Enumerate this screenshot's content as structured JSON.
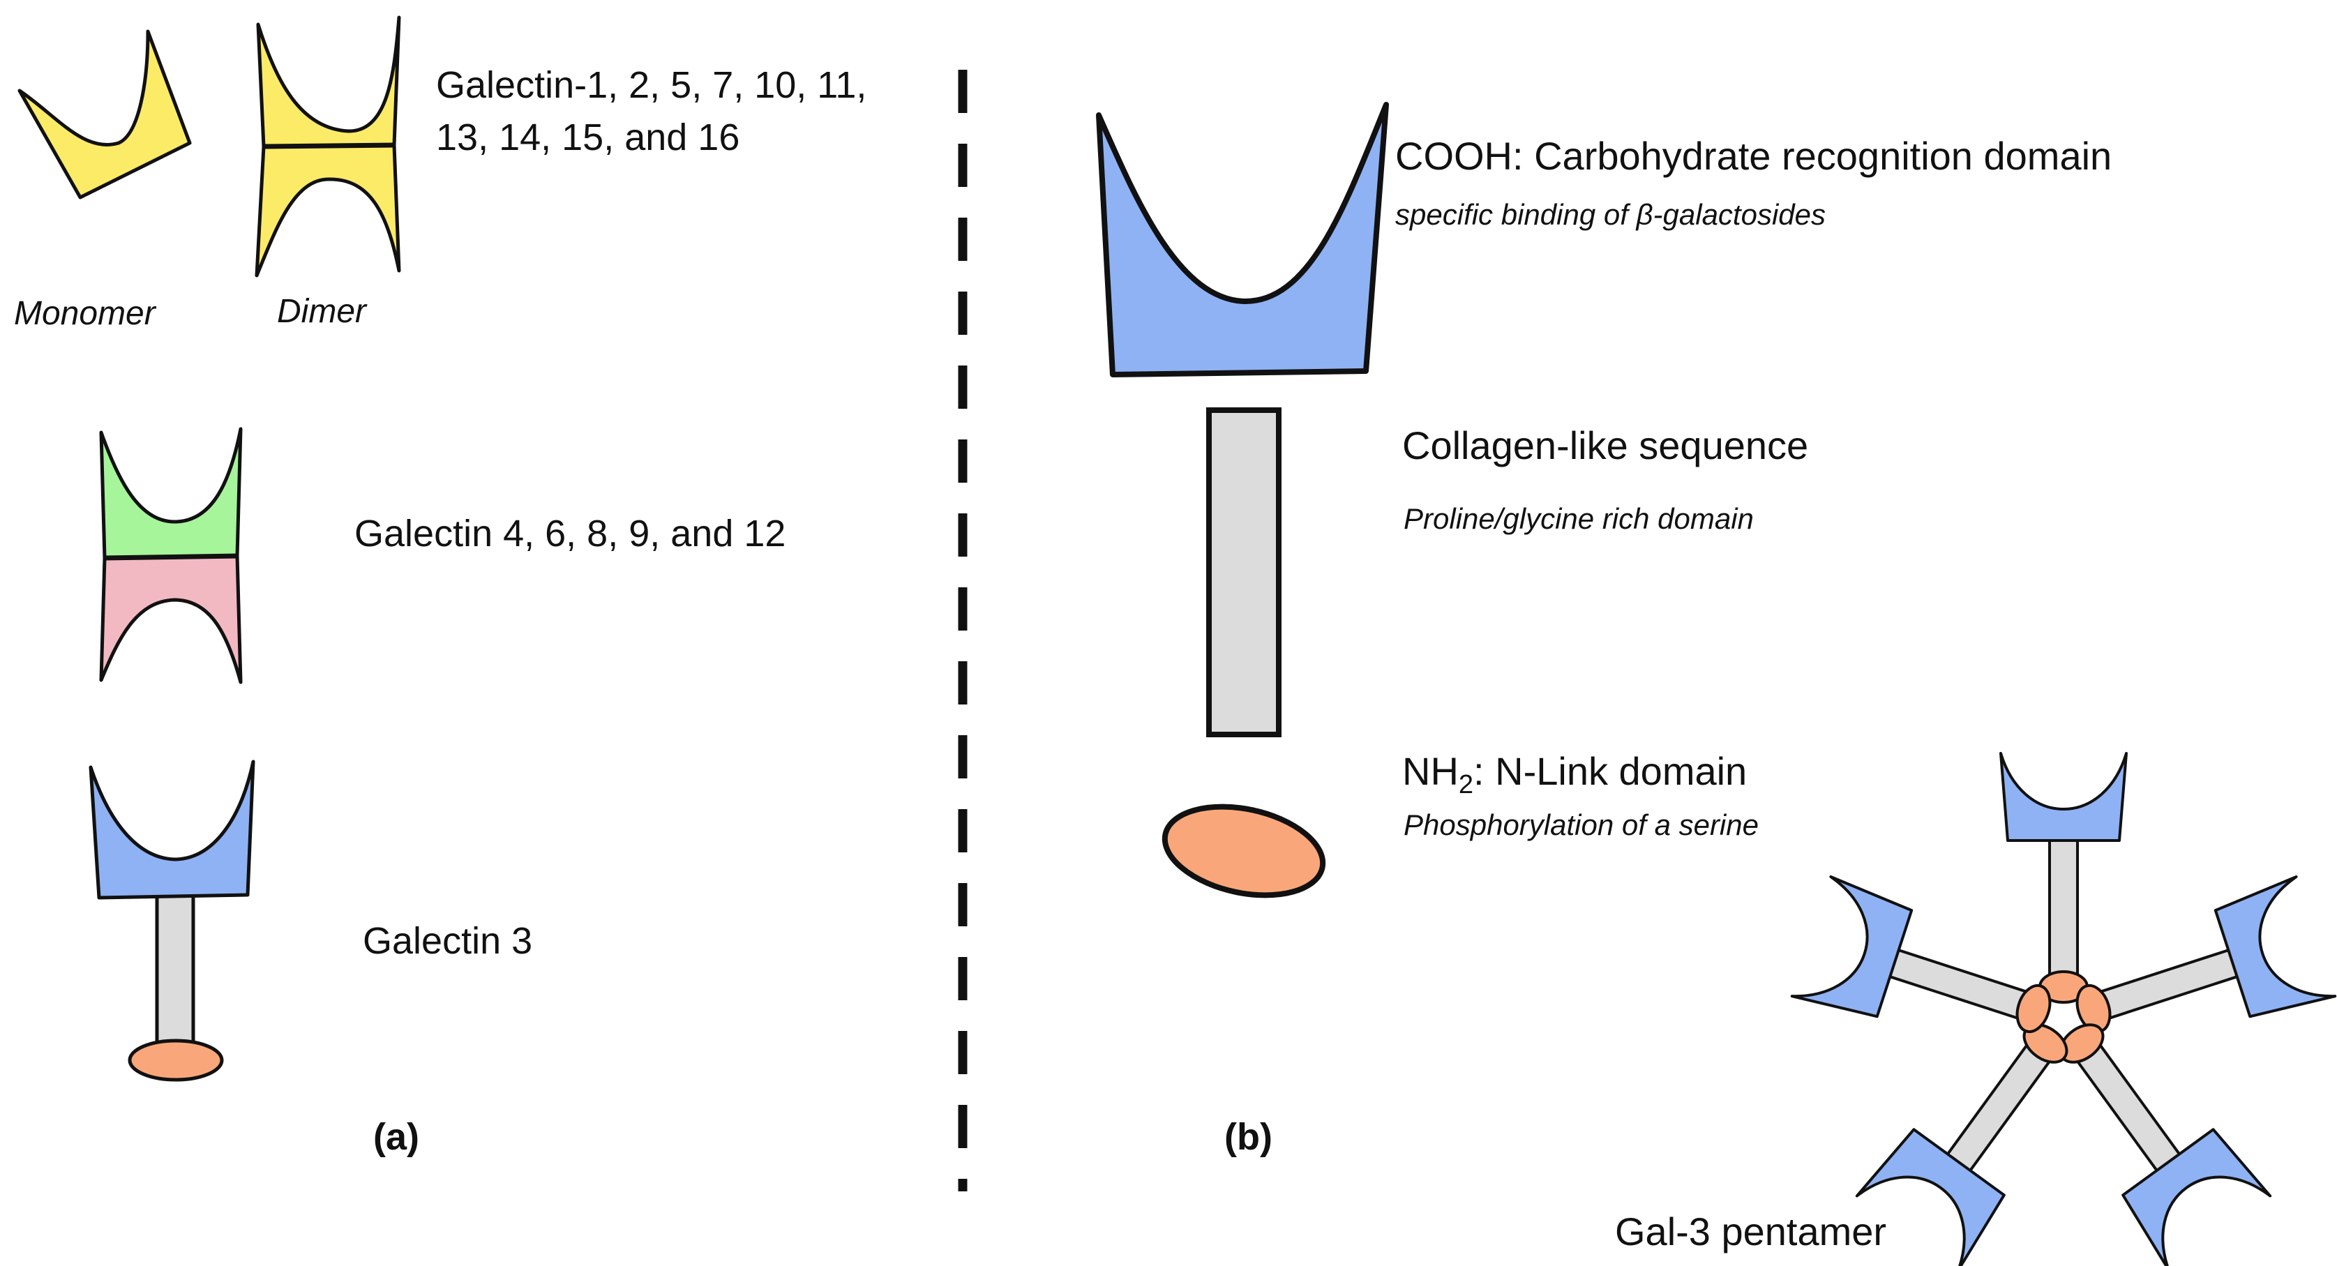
{
  "colors": {
    "yellow": "#fbeb67",
    "green": "#a6f59a",
    "pink": "#f2b9c3",
    "blue": "#8fb2f5",
    "gray": "#dcdcdc",
    "orange": "#f9a77a",
    "stroke": "#111111"
  },
  "panel_a": {
    "group1_text_line1": "Galectin-1, 2, 5, 7, 10, 11,",
    "group1_text_line2": "13, 14, 15, and 16",
    "monomer_label": "Monomer",
    "dimer_label": "Dimer",
    "group2_text": "Galectin 4, 6, 8, 9, and 12",
    "group3_text": "Galectin 3",
    "panel_label": "(a)"
  },
  "panel_b": {
    "crd_title": "COOH: Carbohydrate recognition domain",
    "crd_sub": "specific binding of β-galactosides",
    "collagen_title": "Collagen-like sequence",
    "collagen_sub": "Proline/glycine rich domain",
    "nlink_prefix": "NH",
    "nlink_subscript": "2",
    "nlink_rest": ": N-Link domain",
    "nlink_sub": "Phosphorylation of a serine",
    "pentamer_label": "Gal-3 pentamer",
    "panel_label": "(b)"
  }
}
